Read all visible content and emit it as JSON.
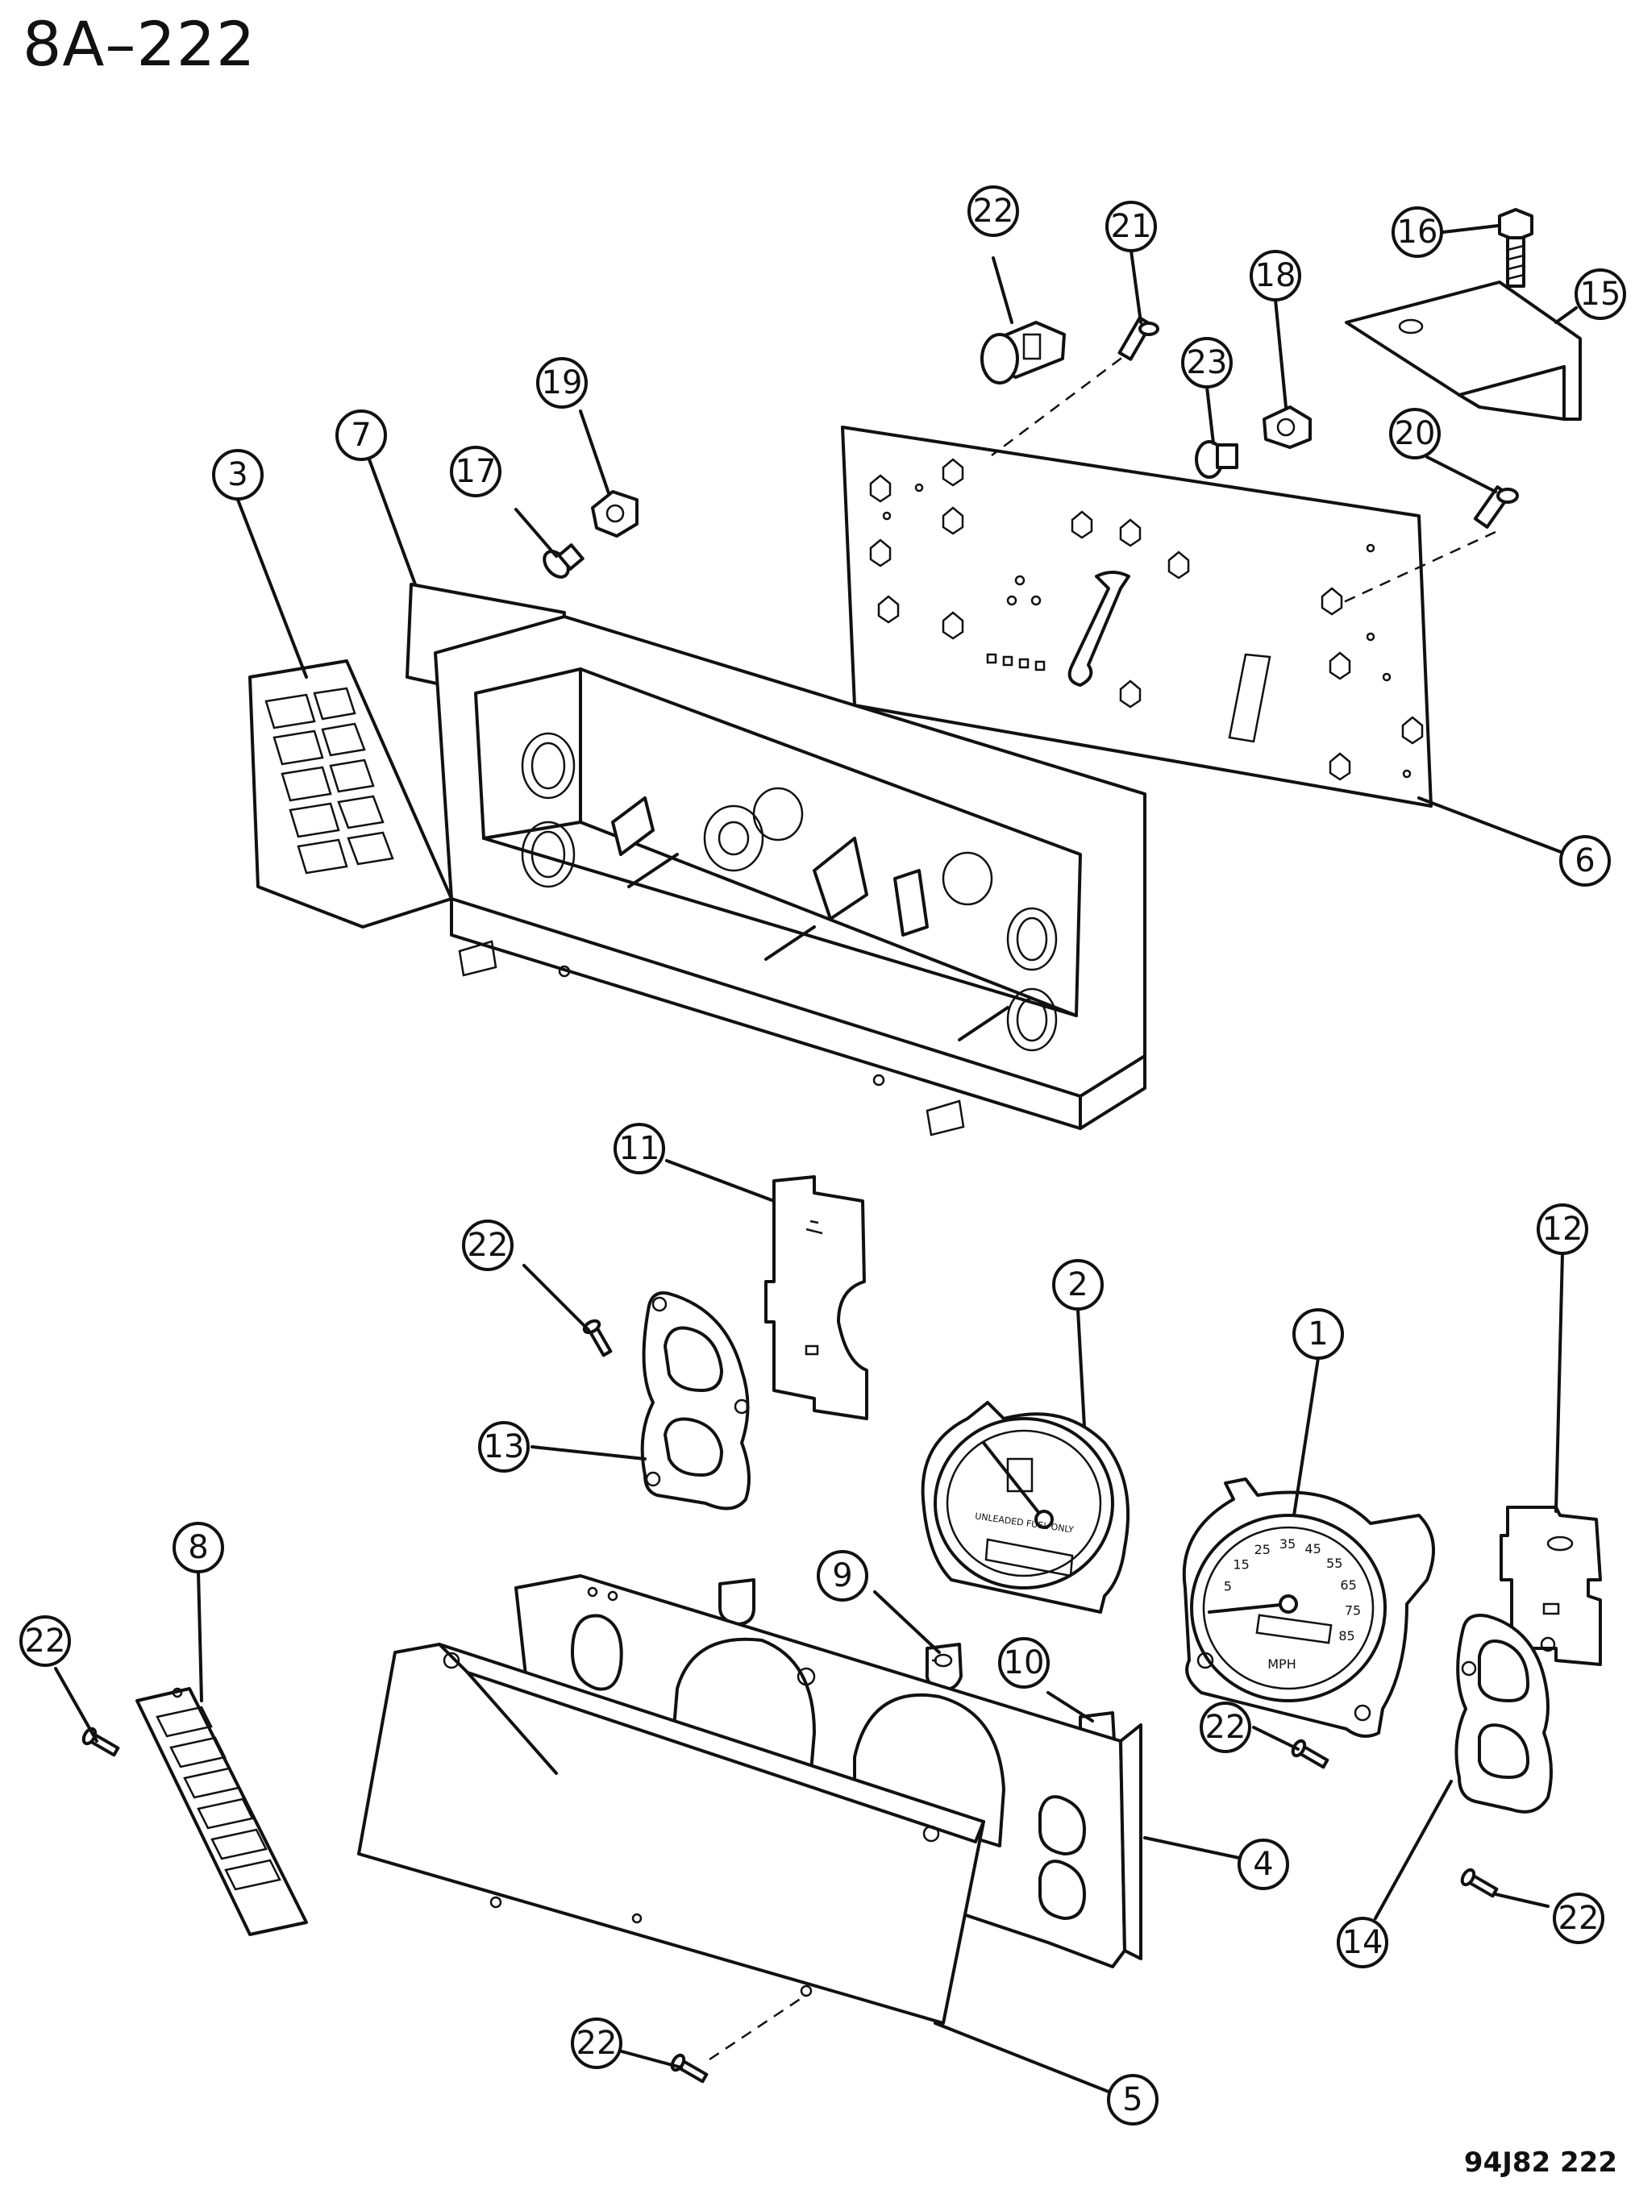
{
  "page_code": "8A–222",
  "drawing_code": "94J82  222",
  "gauge_labels": {
    "fuel": "UNLEADED FUEL ONLY",
    "speed_unit": "MPH",
    "speed_scale": [
      "5",
      "15",
      "25",
      "35",
      "45",
      "55",
      "65",
      "75",
      "85"
    ]
  },
  "callouts": [
    {
      "label": "1"
    },
    {
      "label": "2"
    },
    {
      "label": "3"
    },
    {
      "label": "4"
    },
    {
      "label": "5"
    },
    {
      "label": "6"
    },
    {
      "label": "7"
    },
    {
      "label": "8"
    },
    {
      "label": "9"
    },
    {
      "label": "10"
    },
    {
      "label": "11"
    },
    {
      "label": "12"
    },
    {
      "label": "13"
    },
    {
      "label": "14"
    },
    {
      "label": "15"
    },
    {
      "label": "16"
    },
    {
      "label": "17"
    },
    {
      "label": "18"
    },
    {
      "label": "19"
    },
    {
      "label": "20"
    },
    {
      "label": "21"
    },
    {
      "label": "22"
    },
    {
      "label": "22"
    },
    {
      "label": "22"
    },
    {
      "label": "22"
    },
    {
      "label": "22"
    },
    {
      "label": "22"
    },
    {
      "label": "22"
    },
    {
      "label": "23"
    }
  ]
}
